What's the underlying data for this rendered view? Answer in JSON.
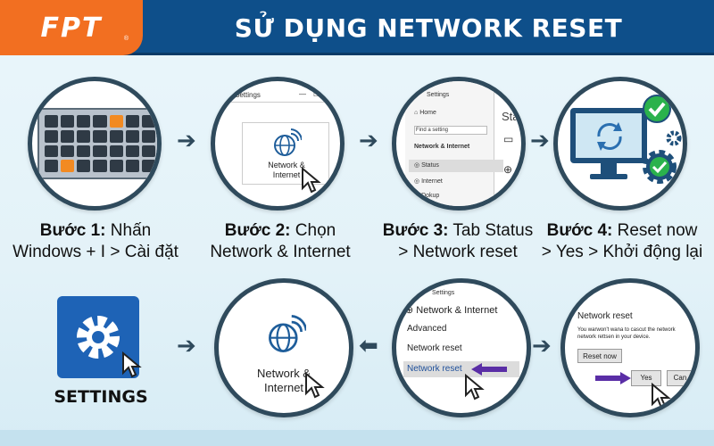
{
  "header": {
    "logo": "FPT",
    "logo_sub": "®",
    "title": "SỬ DỤNG NETWORK RESET"
  },
  "steps": [
    {
      "label": "Bước 1:",
      "text_1": " Nhấn",
      "text_2": "Windows + I > Cài đặt"
    },
    {
      "label": "Bước 2:",
      "text_1": " Chọn",
      "text_2": "Network & Internet"
    },
    {
      "label": "Bước 3:",
      "text_1": " Tab Status",
      "text_2": "> Network reset"
    },
    {
      "label": "Bước 4:",
      "text_1": " Reset now",
      "text_2": "> Yes > Khởi động lại"
    }
  ],
  "step2": {
    "window_title": "Settings",
    "item_line1": "Network &",
    "item_line2": "Internet"
  },
  "step3": {
    "window_title": "Settings",
    "nav_home": "Home",
    "search_placeholder": "Find a setting",
    "section": "Network & Internet",
    "nav_status": "Status",
    "nav_internet": "Internet",
    "nav_dialup": "Dokup",
    "right_heading": "Stat"
  },
  "bottom": {
    "settings_label": "SETTINGS",
    "network_line1": "Network &",
    "network_line2": "Internet",
    "menu_title": "Settings",
    "menu_header": "Network & Internet",
    "menu_advanced": "Advanced",
    "menu_network_reset": "Network reset",
    "menu_network_reset_2": "Network reset",
    "dialog_title": "Network reset",
    "dialog_body": "You warwon't wana to cascut the network network rettsen in your device.",
    "dialog_reset_button": "Reset now",
    "dialog_yes_button": "Yes",
    "dialog_cancel_button": "Can"
  },
  "colors": {
    "brand_orange": "#f26f21",
    "header_blue": "#0e4f8a",
    "ring": "#2f4a5c",
    "settings_blue": "#1e63b6",
    "check_green": "#2bb24c",
    "arrow_purple": "#5a2ea6"
  },
  "icons": [
    "globe-wifi-icon",
    "cursor-icon",
    "gear-icon",
    "check-icon",
    "sync-icon",
    "monitor-icon",
    "arrow-right-icon",
    "arrow-left-icon"
  ]
}
